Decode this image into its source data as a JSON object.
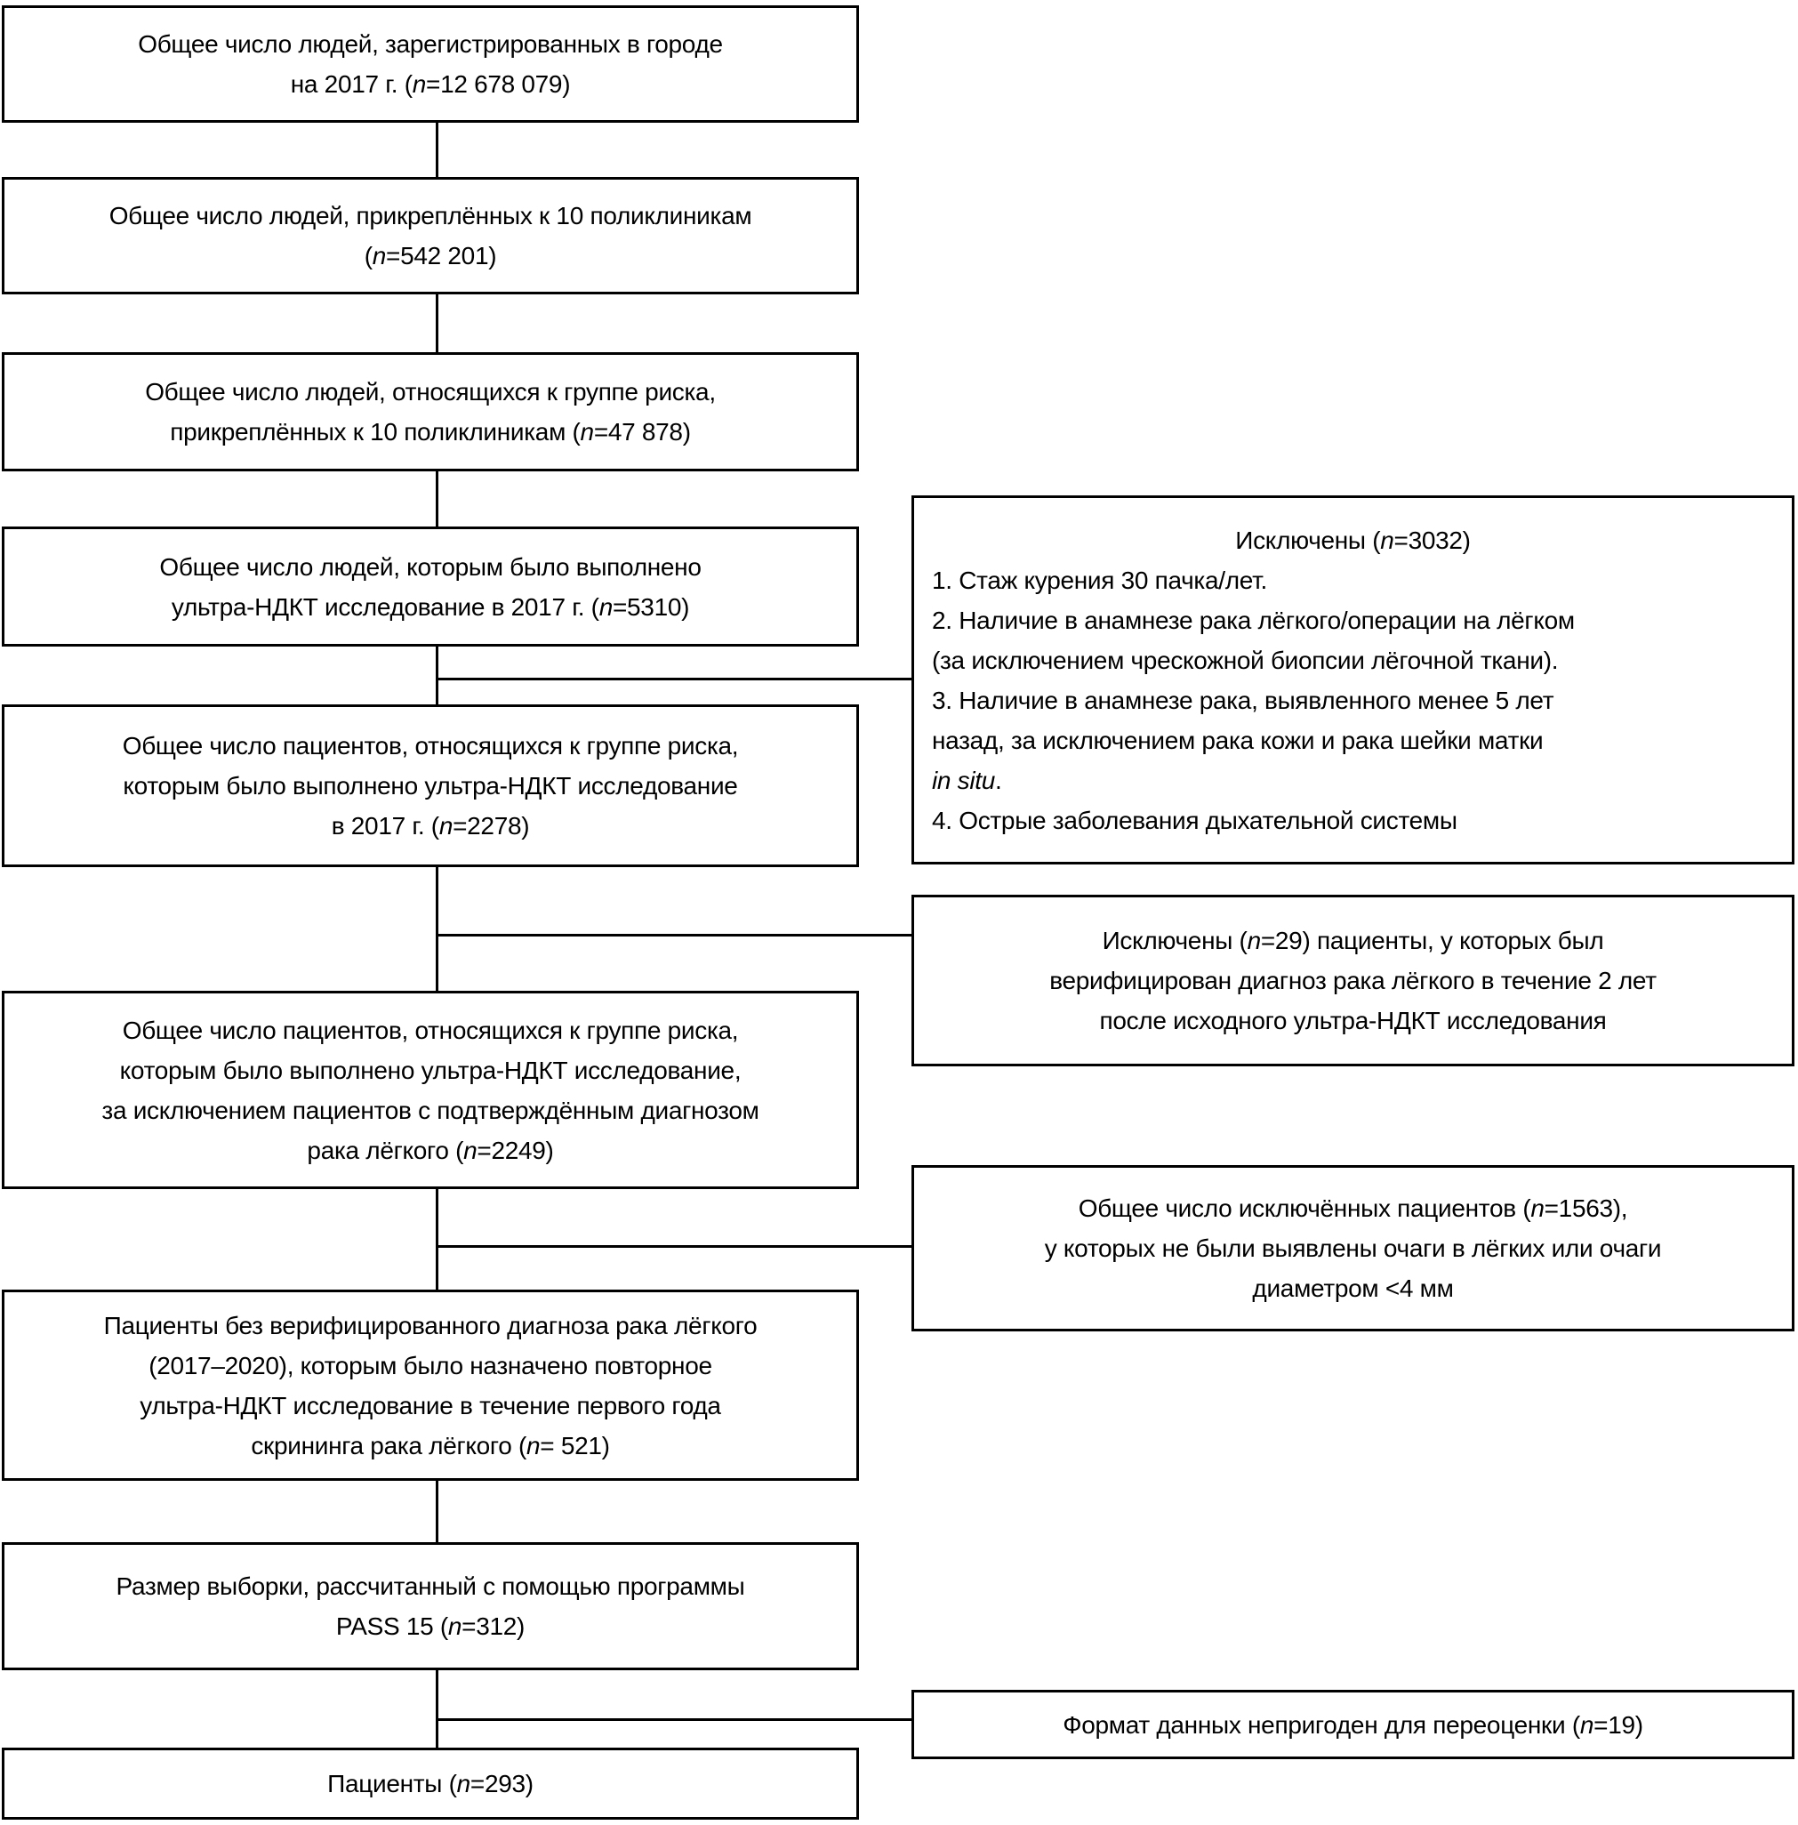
{
  "diagram": {
    "title": "Patient selection flowchart (lung cancer ultra-LDCT screening)",
    "colors": {
      "background": "#ffffff",
      "line": "#000000",
      "text": "#000000"
    },
    "boxes": {
      "b1": {
        "lines": [
          "Общее число людей, зарегистрированных в городе",
          "на 2017 г. (*n*=12 678 079)"
        ]
      },
      "b2": {
        "lines": [
          "Общее число людей, прикреплённых к 10 поликлиникам",
          "(*n*=542 201)"
        ]
      },
      "b3": {
        "lines": [
          "Общее число людей, относящихся к группе риска,",
          "прикреплённых к 10 поликлиникам (*n*=47 878)"
        ]
      },
      "b4": {
        "lines": [
          "Общее число людей, которым было выполнено",
          "ультра-НДКТ исследование в 2017 г. (*n*=5310)"
        ]
      },
      "b5": {
        "lines": [
          "Общее число пациентов, относящихся к группе риска,",
          "которым было выполнено ультра-НДКТ исследование",
          "в 2017 г. (*n*=2278)"
        ]
      },
      "b6": {
        "lines": [
          "Общее число пациентов, относящихся к группе риска,",
          "которым было выполнено ультра-НДКТ исследование,",
          "за исключением пациентов с подтверждённым диагнозом",
          "рака лёгкого (*n*=2249)"
        ]
      },
      "b7": {
        "lines": [
          "Пациенты без верифицированного диагноза рака лёгкого",
          "(2017–2020), которым было назначено повторное",
          "ультра-НДКТ исследование в течение первого года",
          "скрининга рака лёгкого (*n*= 521)"
        ]
      },
      "b8": {
        "lines": [
          "Размер выборки, рассчитанный с помощью программы",
          "PASS 15 (*n*=312)"
        ]
      },
      "b9": {
        "lines": [
          "Пациенты (*n*=293)"
        ]
      },
      "r1": {
        "lines": [
          "Исключены (*n*=3032)",
          "1. Стаж курения 30 пачка/лет.",
          "2. Наличие в анамнезе рака лёгкого/операции на лёгком",
          "(за исключением чрескожной биопсии лёгочной ткани).",
          "3. Наличие в анамнезе рака, выявленного менее 5 лет",
          "назад, за исключением рака кожи и рака шейки матки",
          "*in situ*.",
          "4. Острые заболевания дыхательной системы"
        ]
      },
      "r2": {
        "lines": [
          "Исключены (*n*=29) пациенты, у которых был",
          "верифицирован диагноз рака лёгкого в течение 2 лет",
          "после исходного ультра-НДКТ исследования"
        ]
      },
      "r3": {
        "lines": [
          "Общее число исключённых пациентов (*n*=1563),",
          "у которых не были выявлены очаги в лёгких или очаги",
          "диаметром <4 мм"
        ]
      },
      "r4": {
        "lines": [
          "Формат данных непригоден для переоценки (*n*=19)"
        ]
      }
    }
  }
}
